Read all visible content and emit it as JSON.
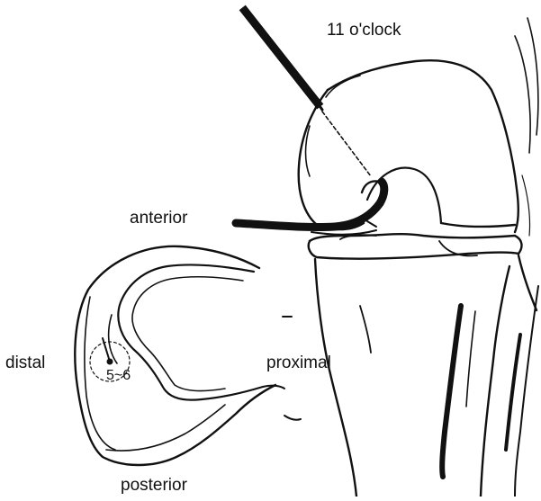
{
  "labels": {
    "clock": "11 o'clock",
    "anterior": "anterior",
    "distal": "distal",
    "proximal": "proximal",
    "posterior": "posterior",
    "position": "5~6"
  },
  "colors": {
    "ink": "#111111",
    "background": "#ffffff"
  }
}
